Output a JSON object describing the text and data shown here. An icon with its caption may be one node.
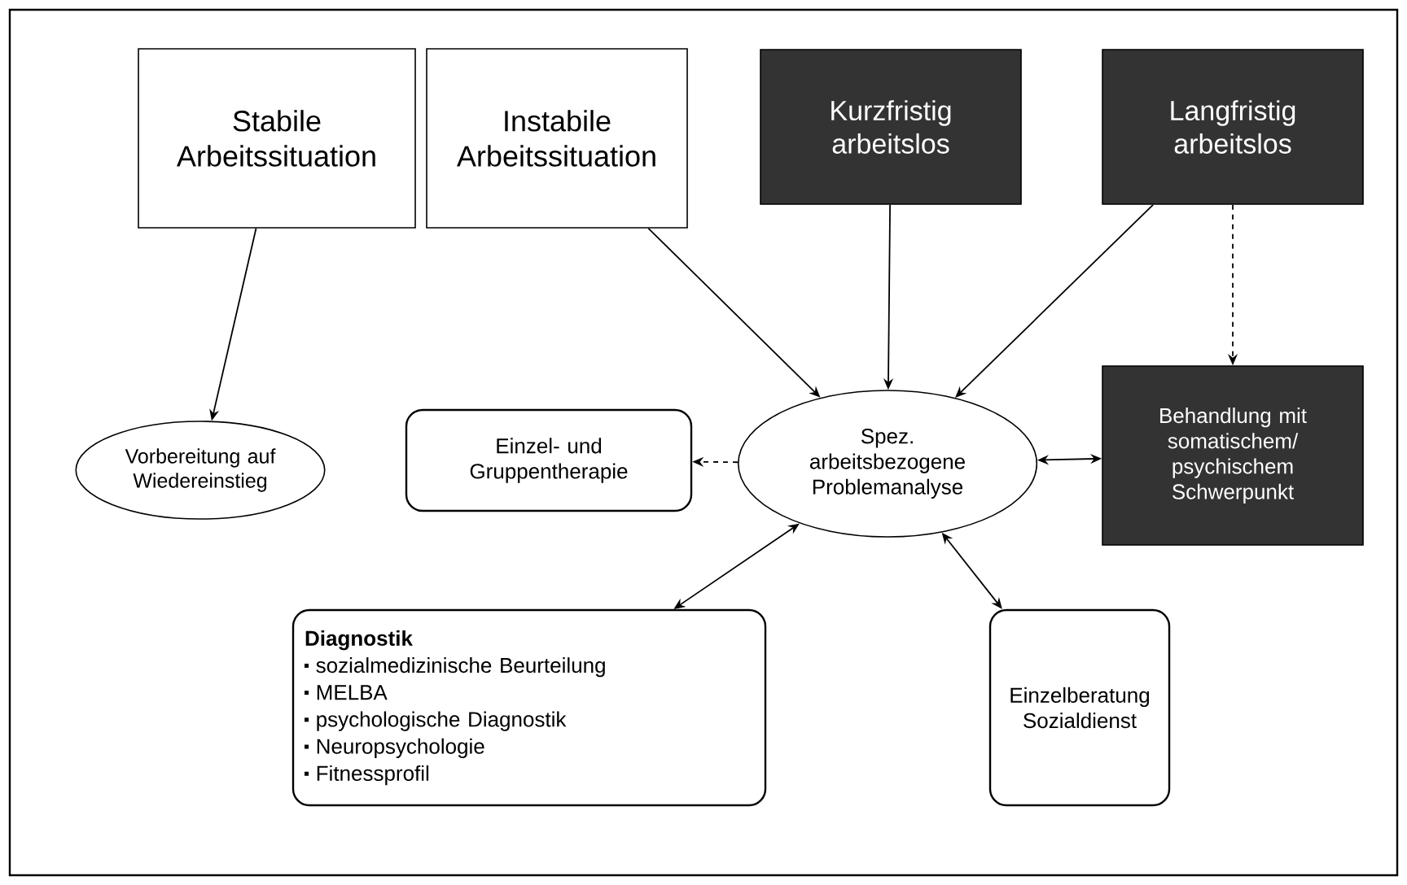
{
  "diagram": {
    "nodes": [
      {
        "text": [
          "Stabile Arbeitssituation"
        ]
      },
      {
        "text": [
          "Instabile Arbeitssituation"
        ]
      },
      {
        "text": [
          "Kurzfristig arbeitslos"
        ]
      },
      {
        "text": [
          "Langfristig arbeitslos"
        ]
      },
      {
        "text": [
          "Vorbereitung auf Wiedereinstieg"
        ]
      },
      {
        "text": [
          "Einzel- und Gruppentherapie"
        ]
      },
      {
        "text": [
          "Spez. arbeitsbezogene Problemanalyse"
        ]
      },
      {
        "text": [
          "Behandlung mit somatischem/ psychischem Schwerpunkt"
        ]
      },
      {
        "text": [
          "Diagnostik",
          "sozialmedizinische Beurteilung",
          "MELBA",
          "psychologische Diagnostik",
          "Neuropsychologie",
          "Fitnessprofil"
        ]
      },
      {
        "text": [
          "Einzelberatung Sozialdienst"
        ]
      }
    ],
    "edges": [
      {
        "from": 0,
        "to": 4,
        "arrow": "to"
      },
      {
        "from": 1,
        "to": 6,
        "arrow": "to"
      },
      {
        "from": 2,
        "to": 6,
        "arrow": "to"
      },
      {
        "from": 3,
        "to": 6,
        "arrow": "to"
      },
      {
        "from": 3,
        "to": 7,
        "arrow": "to",
        "style": "dashed"
      },
      {
        "from": 6,
        "to": 5,
        "arrow": "to",
        "style": "dashed"
      },
      {
        "from": 6,
        "to": 7,
        "arrow": "both"
      },
      {
        "from": 6,
        "to": 8,
        "arrow": "both"
      },
      {
        "from": 6,
        "to": 9,
        "arrow": "both"
      }
    ]
  }
}
